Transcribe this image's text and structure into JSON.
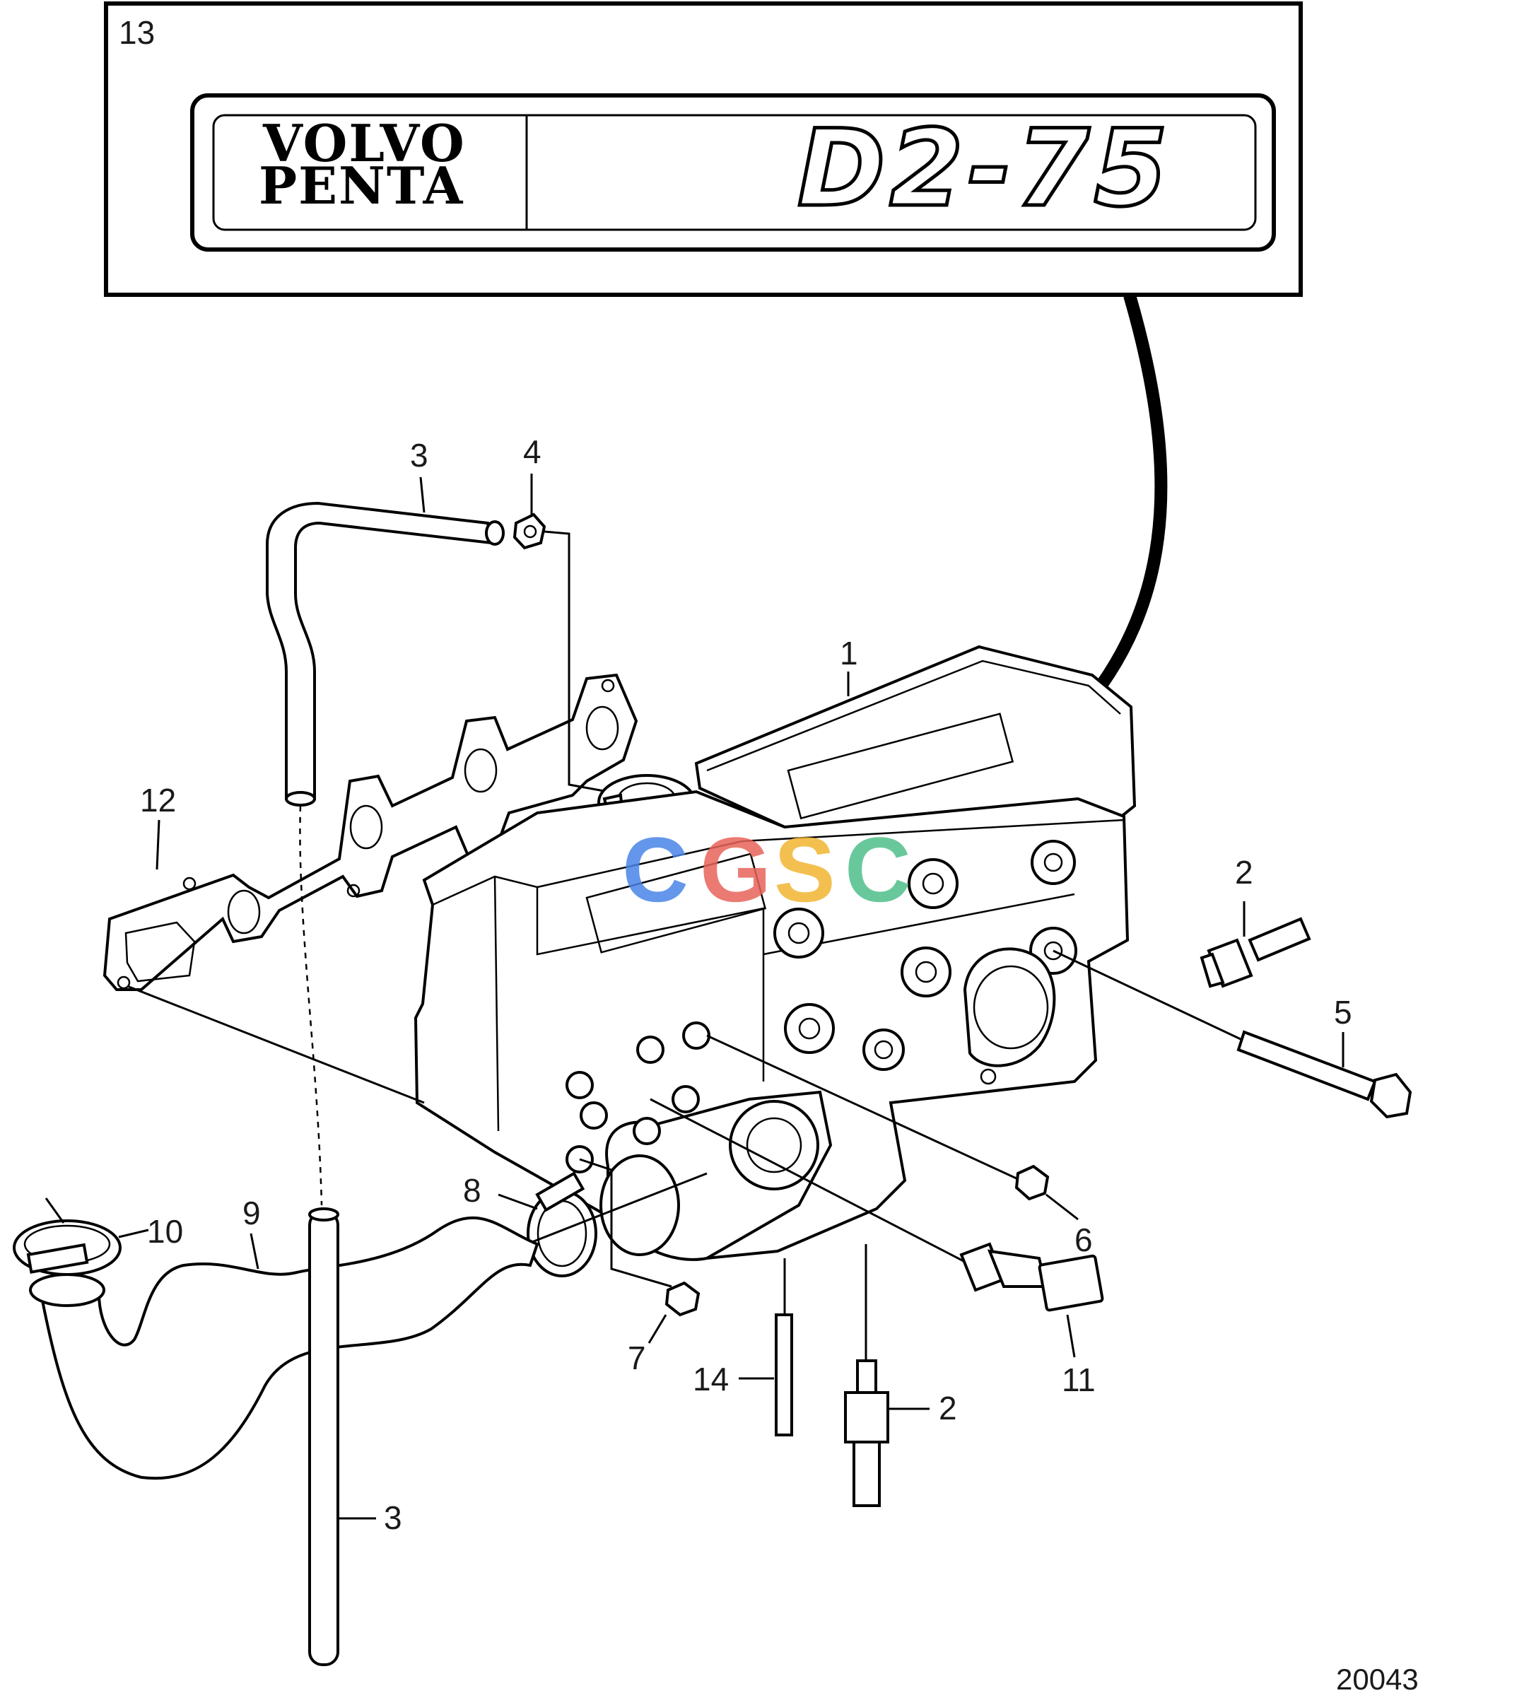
{
  "nameplate": {
    "callout": "13",
    "brand_line1": "VOLVO",
    "brand_line2": "PENTA",
    "model": "D2-75"
  },
  "callouts": {
    "c1": "1",
    "c2a": "2",
    "c2b": "2",
    "c3a": "3",
    "c3b": "3",
    "c4": "4",
    "c5": "5",
    "c6": "6",
    "c7": "7",
    "c8": "8",
    "c9": "9",
    "c10": "10",
    "c11": "11",
    "c12": "12",
    "c14": "14"
  },
  "watermark": {
    "letters": [
      "C",
      "G",
      "S",
      "C"
    ],
    "colors": [
      "#4a86e8",
      "#e8655a",
      "#f2b632",
      "#4fbf8a"
    ]
  },
  "figure_number": "20043"
}
